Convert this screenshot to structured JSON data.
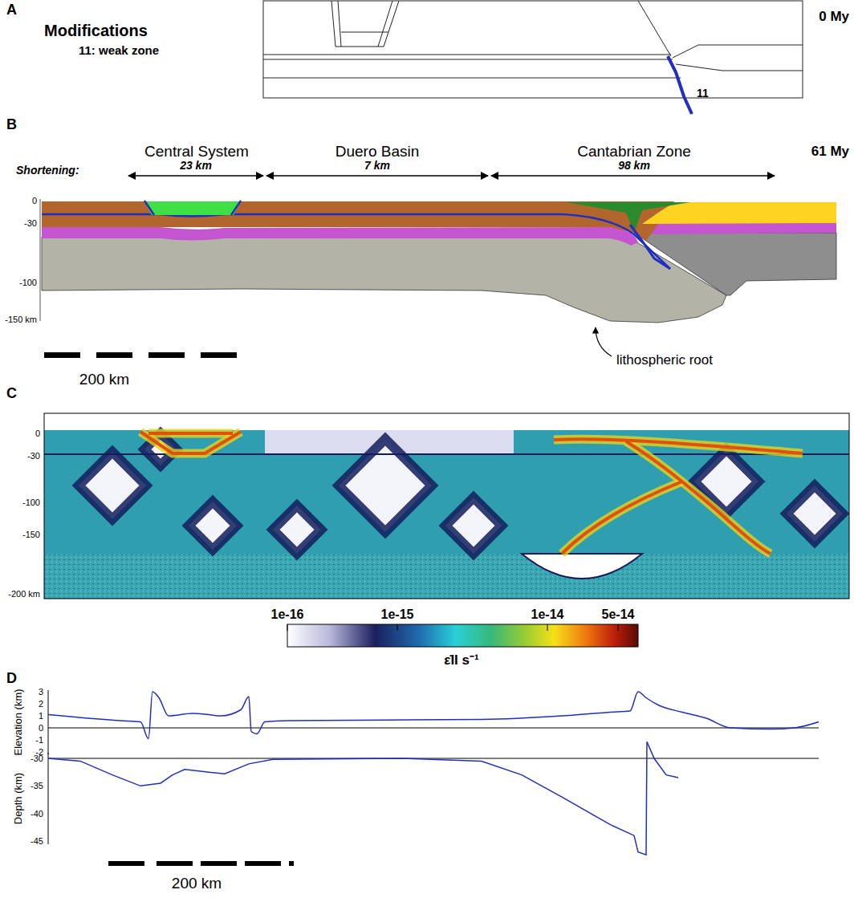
{
  "diagram": {
    "labels": [
      "A",
      "Modifications",
      "11: weak zone",
      "0 My",
      "11",
      "B",
      "Central System",
      "Duero Basin",
      "Cantabrian Zone",
      "61 My",
      "Shortening:",
      "23 km",
      "7 km",
      "98 km",
      "0",
      "-30",
      "-100",
      "-150 km",
      "200 km",
      "lithospheric root",
      "C",
      "0",
      "-30",
      "-100",
      "-150",
      "-200 km",
      "1e-16",
      "1e-15",
      "1e-14",
      "5e-14",
      "ε̇II s⁻¹",
      "D",
      "Elevation (km)",
      "3",
      "2",
      "1",
      "0",
      "-1",
      "-2",
      "Depth (km)",
      "-30",
      "-35",
      "-40",
      "-45",
      "200 km"
    ]
  }
}
